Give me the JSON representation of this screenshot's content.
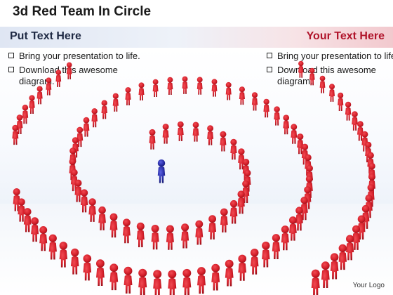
{
  "title": "3d Red Team In Circle",
  "band": {
    "left_heading": "Put Text Here",
    "right_heading": "Your Text Here"
  },
  "left_bullets": [
    "Bring your presentation to life.",
    "Download this awesome diagram."
  ],
  "right_bullets": [
    "Bring your presentation to life.",
    "Download this awesome diagram."
  ],
  "logo": "Your Logo",
  "colors": {
    "figure_red": "#d6202b",
    "figure_blue": "#2a2fa8",
    "heading_red": "#b0142b"
  }
}
